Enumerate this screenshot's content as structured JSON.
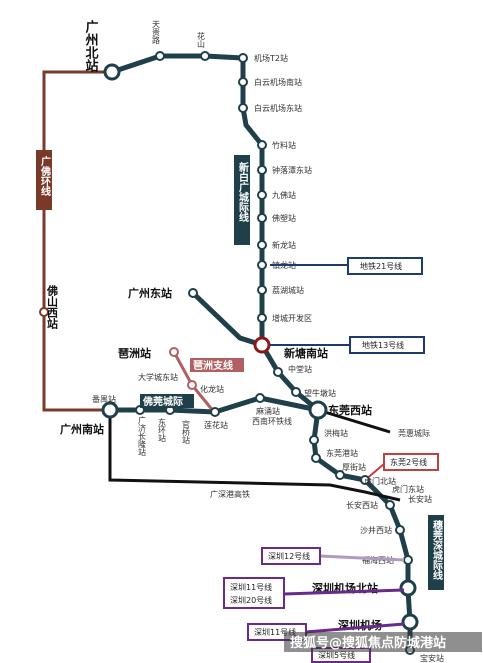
{
  "colors": {
    "line_main": "#1f3f4a",
    "line_foguan": "#7a3a2a",
    "line_pazhou": "#b06060",
    "line_dongguan2": "#c04040",
    "line_guangshengang": "#111111",
    "label_box_blue": "#1e3a6e",
    "label_box_purple": "#6a2a8a",
    "watermark_bg": "#333333"
  },
  "hubs": {
    "guangzhou_north": "广州北站",
    "guangzhou_east": "广州东站",
    "pazhou": "琶洲站",
    "xintang_south": "新塘南站",
    "dongguan_west": "东莞西站",
    "guangzhou_south": "广州南站",
    "foshan_west": "佛山西站",
    "shenzhen_airport_north": "深圳机场北站",
    "shenzhen_airport": "深圳机场"
  },
  "stations": {
    "tianguilu": "天贵路",
    "huashan": "花山",
    "airport_t2": "机场T2站",
    "baiyun_airport_south": "白云机场南站",
    "baiyun_airport_east": "白云机场东站",
    "zhuliao": "竹料站",
    "zhongluotan": "钟落潭东站",
    "jiufo": "九佛站",
    "foshu": "佛塑站",
    "xinlong": "新龙站",
    "zhenlong": "镇龙站",
    "lihu": "荔湖城站",
    "zengcheng_dev": "增城开发区",
    "zhongtang": "中堂站",
    "wangniudun": "望牛墩站",
    "daxuecheng_east": "大学城东站",
    "huanglong": "化龙站",
    "guanqiao": "官桥站",
    "lianhua": "莲花站",
    "dongchong": "东环站",
    "huanchang": "广济长隆站",
    "fanyu": "番禺站",
    "machong": "麻涌站",
    "hongmei": "洪梅站",
    "dongguan_port": "东莞港站",
    "houjie": "厚街站",
    "humen_north": "虎门北站",
    "humen_east": "虎门东站",
    "changan_west": "长安西站",
    "changan": "长安站",
    "shajing_west": "沙井西站",
    "fuhai_west": "福海西站",
    "baoan": "宝安站"
  },
  "line_labels": {
    "xinbai_guang": "新白广城际线",
    "foguan": "广佛环线",
    "pazhou_branch": "琶洲支线",
    "foguan_intercity": "佛莞城际",
    "guangshengang": "广深港高铁",
    "guanhui": "莞惠城际",
    "suiguan": "穗莞深城际线",
    "xinbai_guang_west": "西南环铁线"
  },
  "boxes": {
    "metro21": "地铁21号线",
    "metro13": "地铁13号线",
    "dongguan2": "东莞2号线",
    "shenzhen12": "深圳12号线",
    "shenzhen11": "深圳11号线",
    "shenzhen20": "深圳20号线",
    "shenzhen11b": "深圳11号线",
    "shenzhen_bottom": "深圳5号线"
  },
  "watermark": "搜狐号@搜狐焦点防城港站"
}
